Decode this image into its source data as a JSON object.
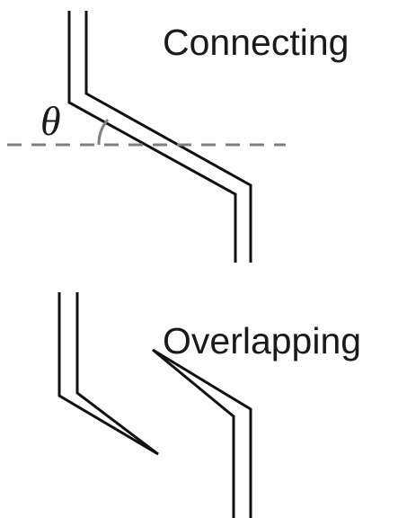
{
  "labels": {
    "connecting": "Connecting",
    "overlapping": "Overlapping",
    "angle": "θ"
  },
  "colors": {
    "line": "#111111",
    "reference": "#7d8083",
    "background": "#ffffff"
  }
}
